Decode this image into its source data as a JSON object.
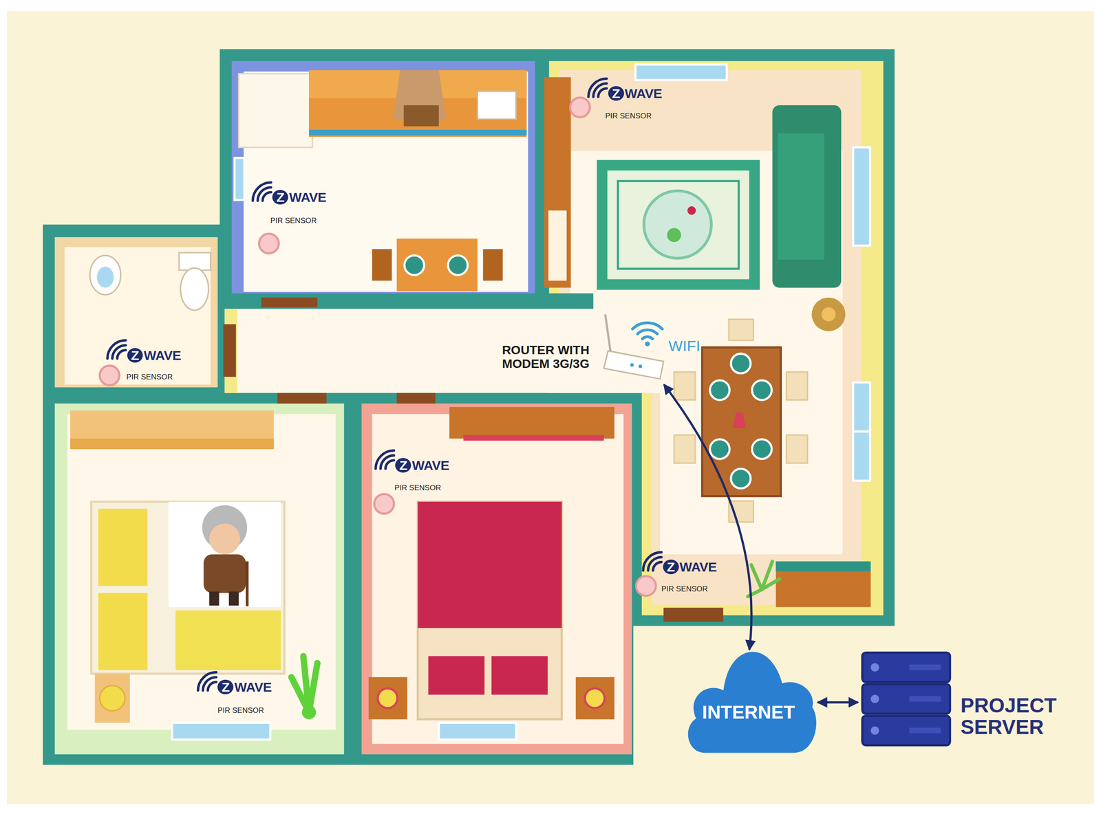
{
  "diagram": {
    "nodes": [
      {
        "text": [
          "ROUTER WITH MODEM 3G/3G",
          "WIFI"
        ]
      },
      {
        "text": [
          "INTERNET"
        ]
      },
      {
        "text": [
          "PROJECT SERVER"
        ]
      }
    ],
    "edges": [
      {
        "from": 0,
        "to": 1,
        "arrow": "both"
      },
      {
        "from": 1,
        "to": 2,
        "arrow": "both"
      }
    ],
    "labels": [
      "ZWAVE",
      "PIR SENSOR",
      "ZWAVE",
      "PIR SENSOR",
      "ZWAVE",
      "PIR SENSOR",
      "ZWAVE",
      "PIR SENSOR",
      "ZWAVE",
      "PIR SENSOR",
      "ZWAVE",
      "PIR SENSOR"
    ]
  }
}
